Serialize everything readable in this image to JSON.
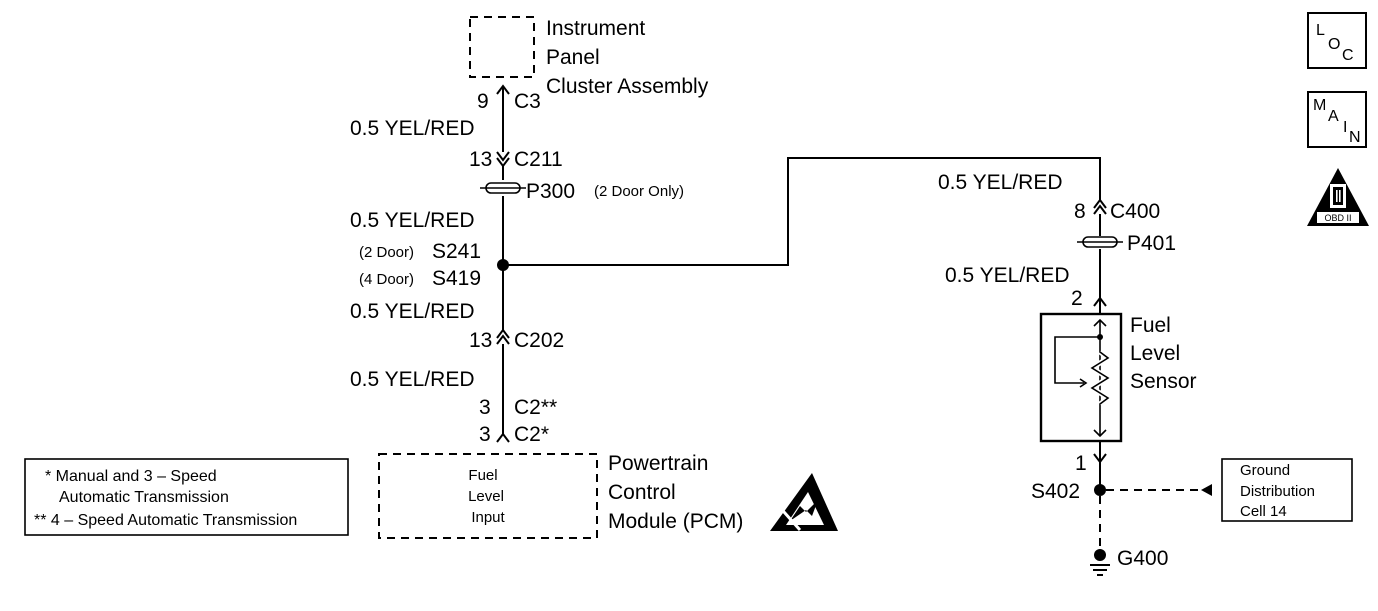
{
  "instrument_panel": {
    "line1": "Instrument",
    "line2": "Panel",
    "line3": "Cluster Assembly",
    "pin": "9",
    "connector": "C3"
  },
  "left_circuit": {
    "wire_1": "0.5 YEL/RED",
    "c211_pin": "13",
    "c211": "C211",
    "p300": "P300",
    "p300_note": "(2 Door Only)",
    "wire_2": "0.5 YEL/RED",
    "s241_note": "(2 Door)",
    "s241": "S241",
    "s419_note": "(4 Door)",
    "s419": "S419",
    "wire_3": "0.5 YEL/RED",
    "c202_pin": "13",
    "c202": "C202",
    "wire_4": "0.5 YEL/RED",
    "c2a_pin": "3",
    "c2a": "C2**",
    "c2b_pin": "3",
    "c2b": "C2*"
  },
  "pcm": {
    "input_line1": "Fuel",
    "input_line2": "Level",
    "input_line3": "Input",
    "title_line1": "Powertrain",
    "title_line2": "Control",
    "title_line3": "Module (PCM)"
  },
  "legend": {
    "line1": "* Manual and 3 – Speed",
    "line2": "Automatic Transmission",
    "line3": "** 4 – Speed Automatic Transmission"
  },
  "right_circuit": {
    "wire_1": "0.5 YEL/RED",
    "c400_pin": "8",
    "c400": "C400",
    "p401": "P401",
    "wire_2": "0.5 YEL/RED",
    "sensor_pin_top": "2",
    "sensor_line1": "Fuel",
    "sensor_line2": "Level",
    "sensor_line3": "Sensor",
    "sensor_pin_bottom": "1",
    "s402": "S402",
    "g400": "G400",
    "ground_ref_line1": "Ground",
    "ground_ref_line2": "Distribution",
    "ground_ref_line3": "Cell 14"
  },
  "icons": {
    "loc": {
      "l": "L",
      "o": "O",
      "c": "C"
    },
    "main": {
      "m": "M",
      "a": "A",
      "i": "I",
      "n": "N"
    },
    "obd": {
      "numeral": "II",
      "label": "OBD II"
    },
    "esd": "esd-warning-icon"
  }
}
